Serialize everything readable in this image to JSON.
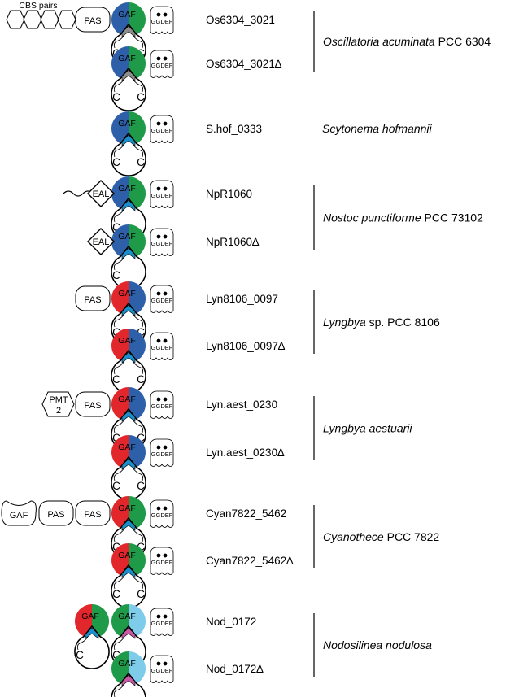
{
  "colors": {
    "blue": "#2e5fa9",
    "green": "#1e9a49",
    "red": "#e1262c",
    "light_blue": "#7ecbea",
    "gray": "#8d8d8d",
    "cyan": "#1b8fc9",
    "magenta": "#c85aa5"
  },
  "labels": {
    "gaf": "GAF",
    "pas": "PAS",
    "eal": "EAL",
    "ggdef": "GGDEF",
    "cys": "C",
    "cbs_pairs": "CBS pairs",
    "pmt2_line1": "PMT",
    "pmt2_line2": "2"
  },
  "proteins": [
    {
      "name": "Os6304_3021",
      "gaf_colors": [
        "blue",
        "green"
      ],
      "pocket": "gray",
      "upstream": [
        "cbs_pairs",
        "pas"
      ]
    },
    {
      "name": "Os6304_3021∆",
      "gaf_colors": [
        "blue",
        "green"
      ],
      "pocket": "gray",
      "upstream": []
    },
    {
      "name": "S.hof_0333",
      "gaf_colors": [
        "blue",
        "green"
      ],
      "pocket": "cyan",
      "upstream": []
    },
    {
      "name": "NpR1060",
      "gaf_colors": [
        "blue",
        "green"
      ],
      "pocket": "cyan",
      "upstream": [
        "tail",
        "eal"
      ]
    },
    {
      "name": "NpR1060∆",
      "gaf_colors": [
        "blue",
        "green"
      ],
      "pocket": "cyan",
      "upstream": [
        "eal"
      ]
    },
    {
      "name": "Lyn8106_0097",
      "gaf_colors": [
        "red",
        "blue"
      ],
      "pocket": "cyan",
      "upstream": [
        "pas"
      ]
    },
    {
      "name": "Lyn8106_0097∆",
      "gaf_colors": [
        "red",
        "blue"
      ],
      "pocket": "cyan",
      "upstream": []
    },
    {
      "name": "Lyn.aest_0230",
      "gaf_colors": [
        "red",
        "blue"
      ],
      "pocket": "cyan",
      "upstream": [
        "pmt2",
        "pas"
      ]
    },
    {
      "name": "Lyn.aest_0230∆",
      "gaf_colors": [
        "red",
        "blue"
      ],
      "pocket": "cyan",
      "upstream": []
    },
    {
      "name": "Cyan7822_5462",
      "gaf_colors": [
        "red",
        "green"
      ],
      "pocket": "cyan",
      "upstream": [
        "gaf",
        "pas",
        "pas"
      ]
    },
    {
      "name": "Cyan7822_5462∆",
      "gaf_colors": [
        "red",
        "green"
      ],
      "pocket": "cyan",
      "upstream": []
    },
    {
      "name": "Nod_0172",
      "gaf_colors": [
        "green",
        "light_blue"
      ],
      "pocket": "magenta",
      "upstream": [
        "gaf_red_green"
      ]
    },
    {
      "name": "Nod_0172∆",
      "gaf_colors": [
        "green",
        "light_blue"
      ],
      "pocket": "magenta",
      "upstream": []
    }
  ],
  "organisms": [
    {
      "italic": "Oscillatoria acuminata",
      "rest": " PCC 6304"
    },
    {
      "italic": "Scytonema hofmannii",
      "rest": ""
    },
    {
      "italic": "Nostoc punctiforme",
      "rest": " PCC 73102"
    },
    {
      "italic": "Lyngbya",
      "rest": " sp. PCC 8106"
    },
    {
      "italic": "Lyngbya aestuarii",
      "rest": ""
    },
    {
      "italic": "Cyanothece",
      "rest": " PCC 7822"
    },
    {
      "italic": "Nodosilinea nodulosa",
      "rest": ""
    }
  ]
}
